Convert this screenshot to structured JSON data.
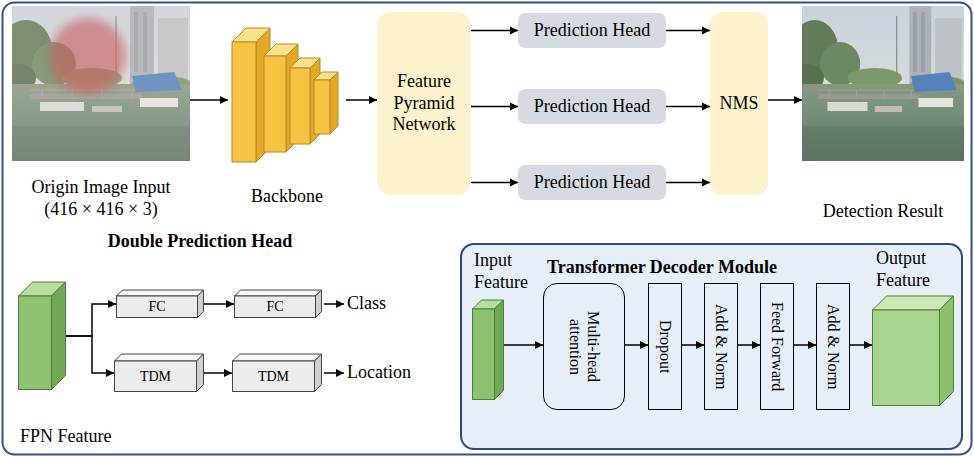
{
  "diagram": {
    "nodes": [
      {
        "text": [
          "Origin Image Input (416 × 416 × 3)"
        ]
      },
      {
        "text": [
          "Backbone"
        ]
      },
      {
        "text": [
          "Feature Pyramid Network"
        ]
      },
      {
        "text": [
          "Prediction Head"
        ]
      },
      {
        "text": [
          "Prediction Head"
        ]
      },
      {
        "text": [
          "Prediction Head"
        ]
      },
      {
        "text": [
          "NMS"
        ]
      },
      {
        "text": [
          "Detection Result"
        ]
      },
      {
        "text": [
          "FPN Feature"
        ]
      },
      {
        "text": [
          "FC"
        ]
      },
      {
        "text": [
          "FC"
        ]
      },
      {
        "text": [
          "TDM"
        ]
      },
      {
        "text": [
          "TDM"
        ]
      },
      {
        "text": [
          "Transformer Decoder Module"
        ]
      },
      {
        "text": [
          "Input Feature"
        ],
        "in": 13
      },
      {
        "text": [
          "Multi-head attention"
        ],
        "in": 13
      },
      {
        "text": [
          "Dropout"
        ],
        "in": 13
      },
      {
        "text": [
          "Add & Norm"
        ],
        "in": 13
      },
      {
        "text": [
          "Feed Forward"
        ],
        "in": 13
      },
      {
        "text": [
          "Add & Norm"
        ],
        "in": 13
      },
      {
        "text": [
          "Output Feature"
        ],
        "in": 13
      }
    ],
    "edges": [
      {
        "from": 0,
        "to": 1,
        "arrow": "to"
      },
      {
        "from": 1,
        "to": 2,
        "arrow": "to"
      },
      {
        "from": 2,
        "to": 3,
        "arrow": "to"
      },
      {
        "from": 2,
        "to": 4,
        "arrow": "to"
      },
      {
        "from": 2,
        "to": 5,
        "arrow": "to"
      },
      {
        "from": 3,
        "to": 6,
        "arrow": "to"
      },
      {
        "from": 4,
        "to": 6,
        "arrow": "to"
      },
      {
        "from": 5,
        "to": 6,
        "arrow": "to"
      },
      {
        "from": 6,
        "to": 7,
        "arrow": "to"
      },
      {
        "from": 8,
        "to": 9,
        "arrow": "to"
      },
      {
        "from": 8,
        "to": 11,
        "arrow": "to"
      },
      {
        "from": 9,
        "to": 10,
        "arrow": "to"
      },
      {
        "from": 11,
        "to": 12,
        "arrow": "to"
      },
      {
        "from": 14,
        "to": 15,
        "arrow": "to"
      },
      {
        "from": 15,
        "to": 16,
        "arrow": "to"
      },
      {
        "from": 16,
        "to": 17,
        "arrow": "to"
      },
      {
        "from": 17,
        "to": 18,
        "arrow": "to"
      },
      {
        "from": 18,
        "to": 19,
        "arrow": "to"
      },
      {
        "from": 19,
        "to": 20,
        "arrow": "to"
      }
    ],
    "labels": [
      "Double Prediction Head",
      "Class",
      "Location"
    ]
  }
}
